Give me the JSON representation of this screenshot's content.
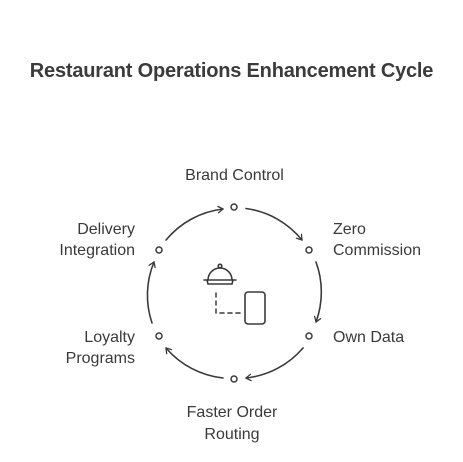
{
  "title": "Restaurant Operations Enhancement Cycle",
  "stages": [
    {
      "id": "brand-control",
      "lines": [
        "Brand Control"
      ]
    },
    {
      "id": "zero-commission",
      "lines": [
        "Zero",
        "Commission"
      ]
    },
    {
      "id": "own-data",
      "lines": [
        "Own Data"
      ]
    },
    {
      "id": "faster-order-routing",
      "lines": [
        "Faster Order",
        "Routing"
      ]
    },
    {
      "id": "loyalty-programs",
      "lines": [
        "Loyalty",
        "Programs"
      ]
    },
    {
      "id": "delivery-integration",
      "lines": [
        "Delivery",
        "Integration"
      ]
    }
  ],
  "center_icons": [
    "food-cloche-icon",
    "mobile-phone-icon"
  ],
  "colors": {
    "stroke": "#3a3a3a",
    "text": "#3a3a3a"
  }
}
